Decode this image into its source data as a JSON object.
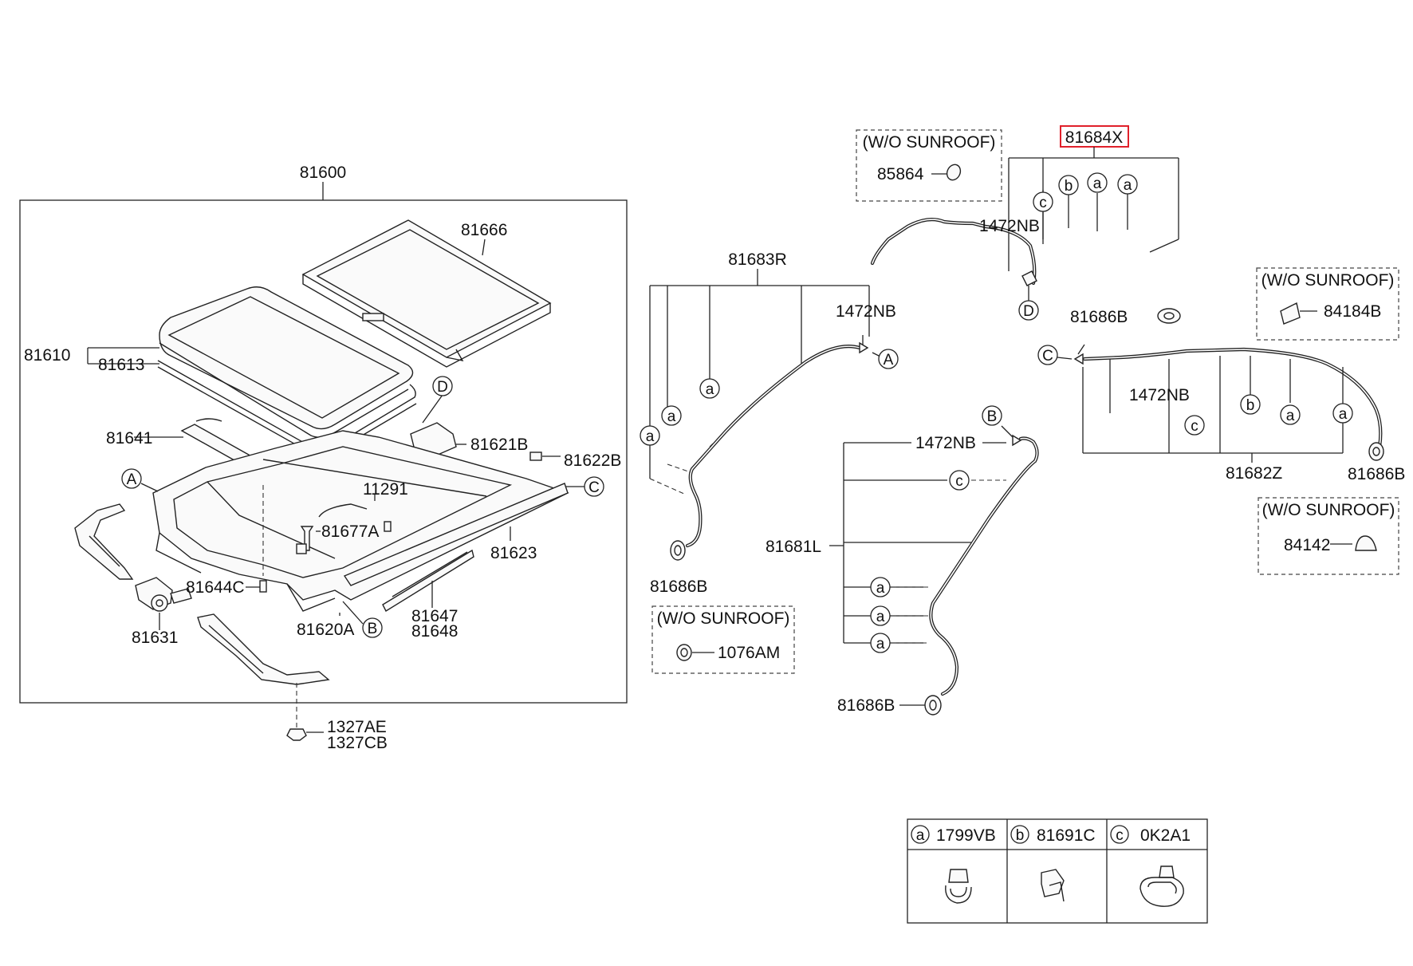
{
  "callouts": {
    "p81600": "81600",
    "p81666": "81666",
    "p81610": "81610",
    "p81613": "81613",
    "p81641": "81641",
    "p81621b": "81621B",
    "p81622b": "81622B",
    "p11291": "11291",
    "p81677a": "81677A",
    "p81623": "81623",
    "p81644c": "81644C",
    "p81631": "81631",
    "p81620a": "81620A",
    "p81647": "81647",
    "p81648": "81648",
    "p1327ae": "1327AE",
    "p1327cb": "1327CB",
    "p81683r": "81683R",
    "p1472nb": "1472NB",
    "p81686b": "81686B",
    "p1076am": "1076AM",
    "p81681l": "81681L",
    "p81684x": "81684X",
    "p85864": "85864",
    "p84184b": "84184B",
    "p81682z": "81682Z",
    "p84142": "84142"
  },
  "notes": {
    "wo_sunroof": "(W/O SUNROOF)"
  },
  "markers": {
    "A": "A",
    "B": "B",
    "C": "C",
    "D": "D",
    "a": "a",
    "b": "b",
    "c": "c"
  },
  "legend": [
    {
      "key": "a",
      "part": "1799VB"
    },
    {
      "key": "b",
      "part": "81691C"
    },
    {
      "key": "c",
      "part": "0K2A1"
    }
  ],
  "highlight_color": "#e0202a"
}
